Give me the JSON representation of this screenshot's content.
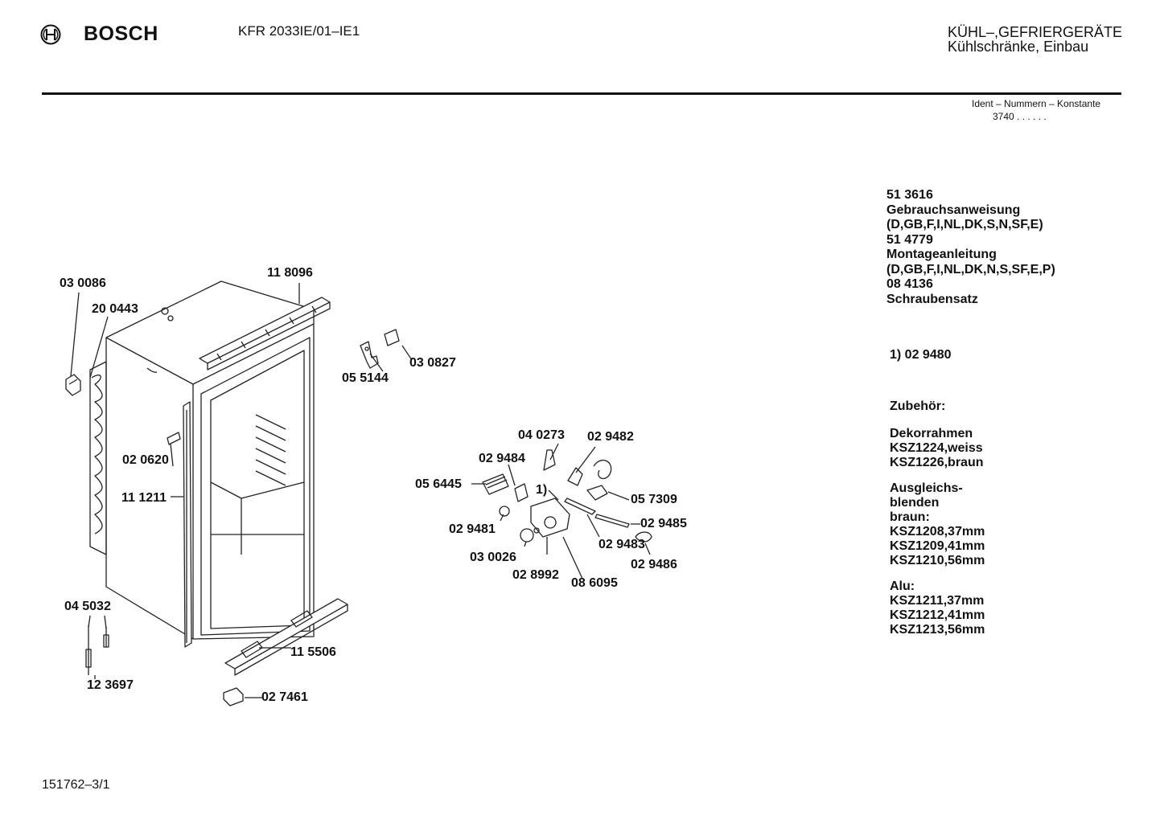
{
  "header": {
    "brand": "BOSCH",
    "model": "KFR 2033IE/01–IE1",
    "category_line1": "KÜHL–,GEFRIERGERÄTE",
    "category_line2": "Kühlschränke, Einbau",
    "ident_label": "Ident – Nummern – Konstante",
    "ident_value": "3740 . .   . . . ."
  },
  "documents": [
    "51 3616",
    "Gebrauchsanweisung",
    "(D,GB,F,I,NL,DK,S,N,SF,E)",
    "51 4779",
    "Montageanleitung",
    "(D,GB,F,I,NL,DK,N,S,SF,E,P)",
    "08 4136",
    "Schraubensatz"
  ],
  "footnote": "1)  02 9480",
  "accessories": {
    "title": "Zubehör:",
    "group1": [
      "Dekorrahmen",
      "KSZ1224,weiss",
      "KSZ1226,braun"
    ],
    "group2": [
      "Ausgleichs-",
      "blenden",
      "braun:",
      "KSZ1208,37mm",
      "KSZ1209,41mm",
      "KSZ1210,56mm"
    ],
    "group3": [
      "Alu:",
      "KSZ1211,37mm",
      "KSZ1212,41mm",
      "KSZ1213,56mm"
    ]
  },
  "parts": {
    "p030086": "03 0086",
    "p200443": "20 0443",
    "p118096": "11 8096",
    "p030827": "03 0827",
    "p055144": "05 5144",
    "p020620": "02 0620",
    "p111211": "11 1211",
    "p045032": "04 5032",
    "p123697": "12 3697",
    "p115506": "11 5506",
    "p027461": "02 7461",
    "p040273": "04 0273",
    "p029482": "02 9482",
    "p029484": "02 9484",
    "p056445": "05 6445",
    "p_note": "1)",
    "p057309": "05 7309",
    "p029481": "02 9481",
    "p029485": "02 9485",
    "p029483": "02 9483",
    "p030026": "03 0026",
    "p029486": "02 9486",
    "p028992": "02 8992",
    "p086095": "08 6095"
  },
  "footer": "151762–3/1"
}
